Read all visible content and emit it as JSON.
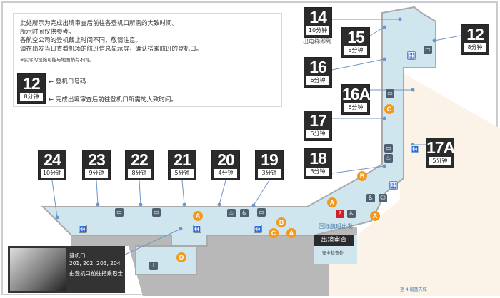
{
  "legend": {
    "lines": [
      "此处所示为完成出境审查后前往各登机口所需的大致时间。",
      "所示时间仅供参考。",
      "各航空公司的登机截止时间不同，敬请注意。",
      "请在出发当日查看机场的航班信息显示屏，确认搭乘航班的登机口。"
    ],
    "note": "※实际的设施可能与地图稍有不同。",
    "sample_gate": "12",
    "sample_time": "8分钟",
    "gate_number_label": "← 登机口号码",
    "time_label": "← 完成出境审查后前往登机口所需的大致时间。"
  },
  "gates": [
    {
      "num": "14",
      "time": "10分钟"
    },
    {
      "num": "15",
      "time": "8分钟"
    },
    {
      "num": "12",
      "time": "8分钟"
    },
    {
      "num": "16",
      "time": "6分钟"
    },
    {
      "num": "16A",
      "time": "6分钟"
    },
    {
      "num": "17",
      "time": "5分钟"
    },
    {
      "num": "17A",
      "time": "5分钟"
    },
    {
      "num": "18",
      "time": "3分钟"
    },
    {
      "num": "19",
      "time": "3分钟"
    },
    {
      "num": "20",
      "time": "4分钟"
    },
    {
      "num": "21",
      "time": "5分钟"
    },
    {
      "num": "22",
      "time": "8分钟"
    },
    {
      "num": "23",
      "time": "9分钟"
    },
    {
      "num": "24",
      "time": "10分钟"
    }
  ],
  "labels": {
    "elevator_note": "出电梯即到",
    "departures": "国际航班出发",
    "immigration": "出境审查",
    "security": "安全检查处",
    "to_sky_city": "至 4 层蓝天城"
  },
  "photo": {
    "title": "登机口",
    "gates": "201, 202, 203, 204",
    "desc": "由登机口前往搭乘巴士"
  },
  "poi": {
    "a": "A",
    "b": "B",
    "c": "C",
    "d": "D"
  }
}
